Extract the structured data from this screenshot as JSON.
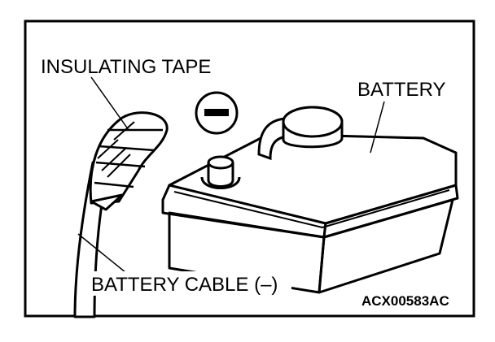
{
  "labels": {
    "insulating_tape": "INSULATING TAPE",
    "battery": "BATTERY",
    "battery_cable": "BATTERY CABLE (–)",
    "figure_code": "ACX00583AC"
  },
  "symbols": {
    "negative_terminal": "minus-symbol-icon"
  },
  "colors": {
    "ink": "#000000",
    "paper": "#ffffff"
  }
}
